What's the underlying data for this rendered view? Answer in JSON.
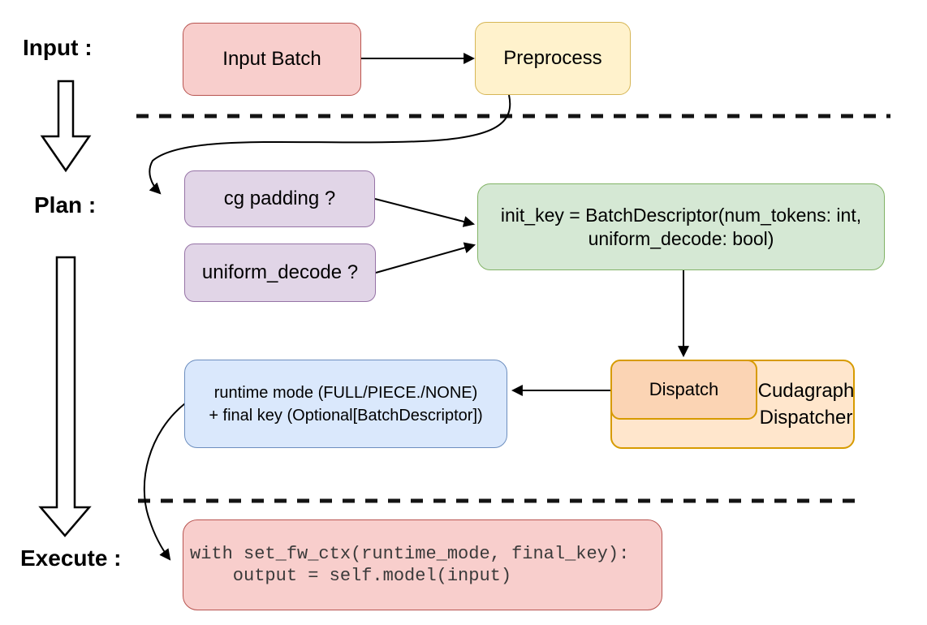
{
  "stage_labels": {
    "input": "Input :",
    "plan": "Plan :",
    "execute": "Execute :"
  },
  "nodes": {
    "input_batch": {
      "label": "Input Batch"
    },
    "preprocess": {
      "label": "Preprocess"
    },
    "cg_padding": {
      "label": "cg padding ?"
    },
    "uniform_decode": {
      "label": "uniform_decode ?"
    },
    "init_key": {
      "label": "init_key = BatchDescriptor(num_tokens: int, uniform_decode: bool)"
    },
    "runtime_mode": {
      "line1": "runtime mode (FULL/PIECE./NONE)",
      "line2": "+ final key (Optional[BatchDescriptor])"
    },
    "dispatch": {
      "label": "Dispatch"
    },
    "cudagraph_dispatcher": {
      "label": "Cudagraph Dispatcher"
    },
    "execute_code": {
      "lines": [
        "with set_fw_ctx(runtime_mode, final_key):",
        "    output = self.model(input)"
      ]
    }
  },
  "colors": {
    "pink_fill": "#f8cecc",
    "pink_stroke": "#b85450",
    "yellow_fill": "#fff2cc",
    "yellow_stroke": "#d6b656",
    "purple_fill": "#e1d5e7",
    "purple_stroke": "#9673a6",
    "green_fill": "#d5e8d4",
    "green_stroke": "#82b366",
    "blue_fill": "#dae8fc",
    "blue_stroke": "#6c8ebf",
    "orange_fill": "#ffe6cc",
    "orange_inner_fill": "#fbd4b4",
    "orange_stroke": "#d79b00",
    "line": "#000000",
    "code_text": "#3a3a3a"
  }
}
